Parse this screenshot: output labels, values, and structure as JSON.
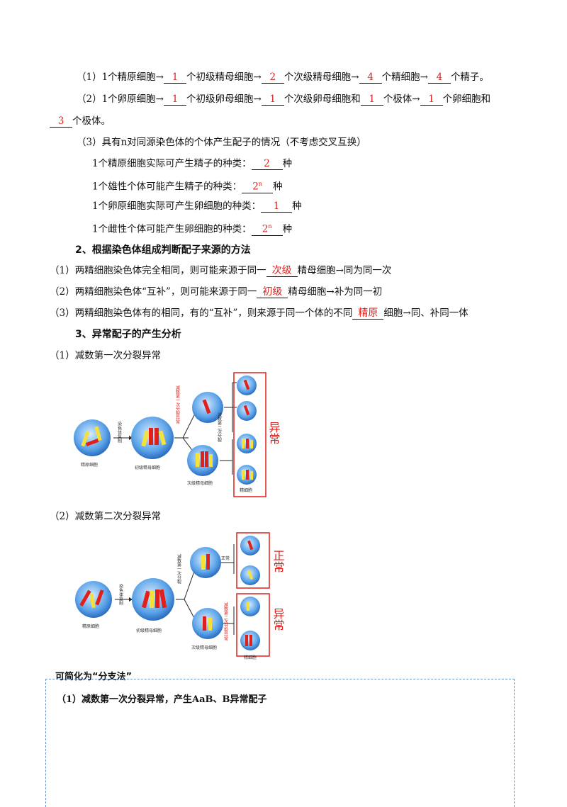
{
  "section1": {
    "line1": {
      "prefix": "（1）1个精原细胞→",
      "b1": "1",
      "t1": "个初级精母细胞→",
      "b2": "2",
      "t2": "个次级精母细胞→",
      "b3": "4",
      "t3": "个精细胞→",
      "b4": "4",
      "t4": "个精子。"
    },
    "line2": {
      "prefix": "（2）1个卵原细胞→",
      "b1": "1",
      "t1": "个初级卵母细胞→",
      "b2": "1",
      "t2": "个次级卵母细胞和",
      "b3": "1",
      "t3": "个极体→",
      "b4": "1",
      "t4": "个卵细胞和"
    },
    "line2b": {
      "b5": "3",
      "t5": "个极体。"
    },
    "line3": "（3）具有n对同源染色体的个体产生配子的情况（不考虑交叉互换）",
    "sub1": {
      "text": "1个精原细胞实际可产生精子的种类：",
      "value": "2",
      "unit": "种"
    },
    "sub2": {
      "text": "1个雄性个体可能产生精子的种类：",
      "value": "2",
      "sup": "n",
      "unit": "种"
    },
    "sub3": {
      "text": "1个卵原细胞实际可产生卵细胞的种类：",
      "value": "1",
      "unit": "种"
    },
    "sub4": {
      "text": "1个雌性个体可能产生卵细胞的种类：",
      "value": "2",
      "sup": "n",
      "unit": "种"
    }
  },
  "section2": {
    "title": "2、根据染色体组成判断配子来源的方法",
    "item1": {
      "pre": "（1）两精细胞染色体完全相同，则可能来源于同一",
      "blank": "次级",
      "post": "精母细胞→同为同一次"
    },
    "item2": {
      "pre": "（2）两精细胞染色体“互补”，则可能来源于同一",
      "blank": "初级",
      "post": "精母细胞→补为同一初"
    },
    "item3": {
      "pre": "（3）两精细胞染色体有的相同，有的“互补”，则来源于同一个体的不同",
      "blank": "精原",
      "post": "细胞→同、补同一体"
    }
  },
  "section3": {
    "title": "3、异常配子的产生分析",
    "sub1": "（1）减数第一次分裂异常",
    "sub2": "（2）减数第二次分裂异常"
  },
  "figure1": {
    "label_cell1": "精原细胞",
    "label_cell2": "初级精母细胞",
    "label_cell3": "次级精母细胞",
    "label_cell4": "精细胞",
    "arrow1": "染色体复制",
    "arrow2": "减数第一次分裂异常",
    "arrow3": "减数第二次分裂",
    "abnormal": "异常",
    "colors": {
      "cell": "#3a7fd0",
      "red": "#e0201b",
      "yellow": "#f4e23a"
    }
  },
  "figure2": {
    "label_cell1": "精原细胞",
    "label_cell2": "初级精母细胞",
    "label_cell3": "次级精母细胞",
    "label_cell4": "精细胞",
    "arrow1": "染色体复制",
    "arrow2": "减数第一次分裂",
    "arrow3": "正常",
    "arrow4": "减数第二次分裂异常",
    "normal": "正常",
    "abnormal": "异常"
  },
  "simplify": {
    "title": "可简化为“分支法”",
    "line1": "（1）减数第一次分裂异常，产生AaB、B异常配子"
  }
}
